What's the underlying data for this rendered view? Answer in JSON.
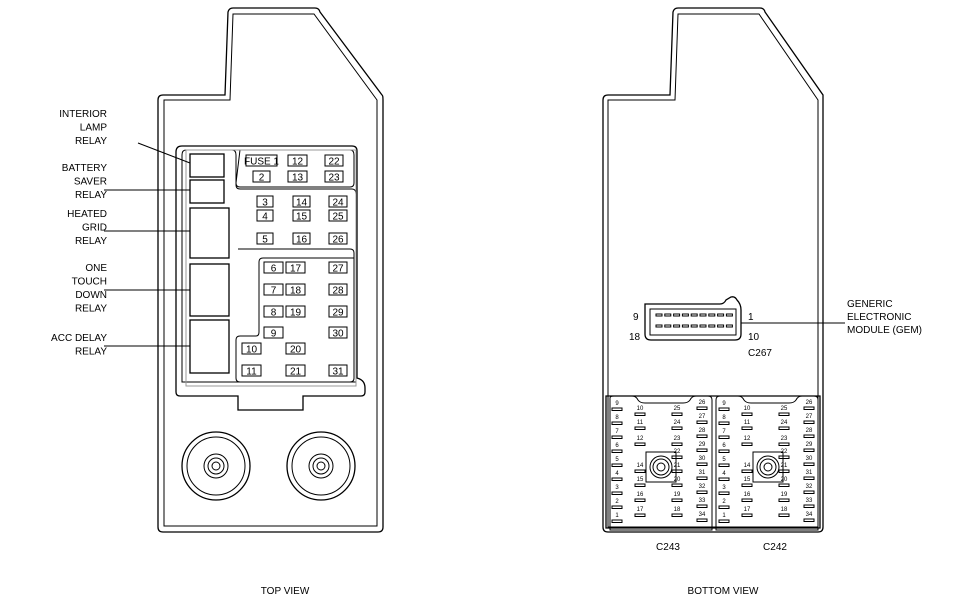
{
  "top_view": {
    "caption": "TOP VIEW",
    "relays": [
      {
        "lines": [
          "INTERIOR",
          "LAMP",
          "RELAY"
        ]
      },
      {
        "lines": [
          "BATTERY",
          "SAVER",
          "RELAY"
        ]
      },
      {
        "lines": [
          "HEATED",
          "GRID",
          "RELAY"
        ]
      },
      {
        "lines": [
          "ONE",
          "TOUCH",
          "DOWN",
          "RELAY"
        ]
      },
      {
        "lines": [
          "ACC DELAY",
          "RELAY"
        ]
      }
    ],
    "fuses": [
      "FUSE 1",
      "2",
      "3",
      "4",
      "5",
      "6",
      "7",
      "8",
      "9",
      "10",
      "11",
      "12",
      "13",
      "14",
      "15",
      "16",
      "17",
      "18",
      "19",
      "20",
      "21",
      "22",
      "23",
      "24",
      "25",
      "26",
      "27",
      "28",
      "29",
      "30",
      "31"
    ]
  },
  "bottom_view": {
    "caption": "BOTTOM VIEW",
    "gem_connector": {
      "id": "C267",
      "pins": {
        "top_left": "9",
        "top_right": "1",
        "bottom_left": "18",
        "bottom_right": "10"
      },
      "label": [
        "GENERIC",
        "ELECTRONIC",
        "MODULE (GEM)"
      ]
    },
    "connectors": [
      {
        "id": "C243"
      },
      {
        "id": "C242"
      }
    ],
    "pin_numbers": [
      "1",
      "2",
      "3",
      "4",
      "5",
      "6",
      "7",
      "8",
      "9",
      "10",
      "11",
      "12",
      "14",
      "15",
      "16",
      "17",
      "18",
      "19",
      "20",
      "21",
      "22",
      "23",
      "24",
      "25",
      "26",
      "27",
      "28",
      "29",
      "30",
      "31",
      "32",
      "33",
      "34"
    ]
  }
}
